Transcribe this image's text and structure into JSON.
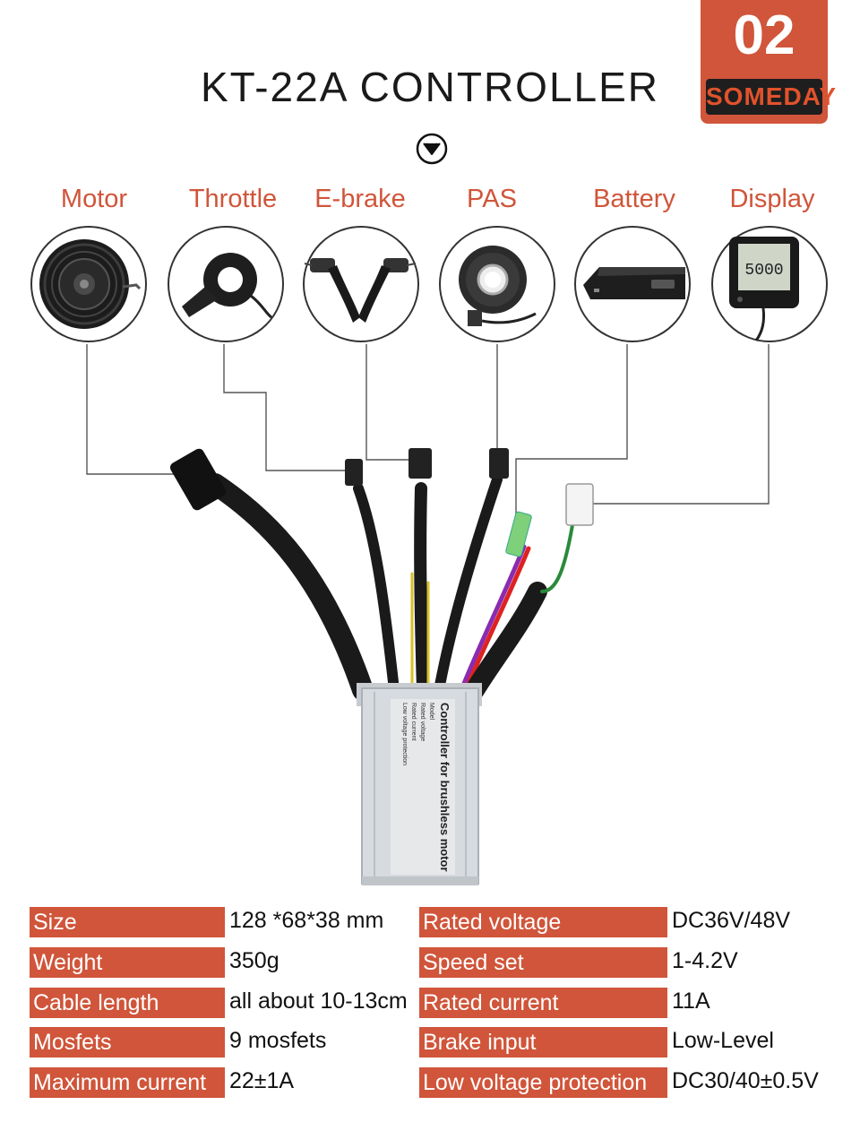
{
  "header": {
    "title": "KT-22A  CONTROLLER",
    "badge_number": "02",
    "brand": "SOMEDAY"
  },
  "components": [
    {
      "label": "Motor",
      "icon": "hub-motor-icon"
    },
    {
      "label": "Throttle",
      "icon": "thumb-throttle-icon"
    },
    {
      "label": "E-brake",
      "icon": "brake-levers-icon"
    },
    {
      "label": "PAS",
      "icon": "pas-sensor-icon"
    },
    {
      "label": "Battery",
      "icon": "battery-pack-icon"
    },
    {
      "label": "Display",
      "icon": "lcd-display-icon"
    }
  ],
  "display_screen_text": "5000",
  "specs_left": [
    {
      "label": "Size",
      "value": "128 *68*38 mm"
    },
    {
      "label": "Weight",
      "value": "350g"
    },
    {
      "label": "Cable length",
      "value": "all about 10-13cm"
    },
    {
      "label": "Mosfets",
      "value": "9 mosfets"
    },
    {
      "label": "Maximum current",
      "value": "22±1A"
    }
  ],
  "specs_right": [
    {
      "label": "Rated voltage",
      "value": "DC36V/48V"
    },
    {
      "label": "Speed set",
      "value": "1-4.2V"
    },
    {
      "label": "Rated current",
      "value": "11A"
    },
    {
      "label": "Brake input",
      "value": "Low-Level"
    },
    {
      "label": "Low voltage protection",
      "value": "DC30/40±0.5V"
    }
  ],
  "controller_label": {
    "main": "Controller for brushless motor",
    "lines": [
      "Model",
      "Rated voltage",
      "Rated current",
      "Low voltage protection"
    ]
  },
  "colors": {
    "accent": "#d0553a",
    "badge_dark": "#1e1e1e",
    "connector_line": "#555555"
  }
}
